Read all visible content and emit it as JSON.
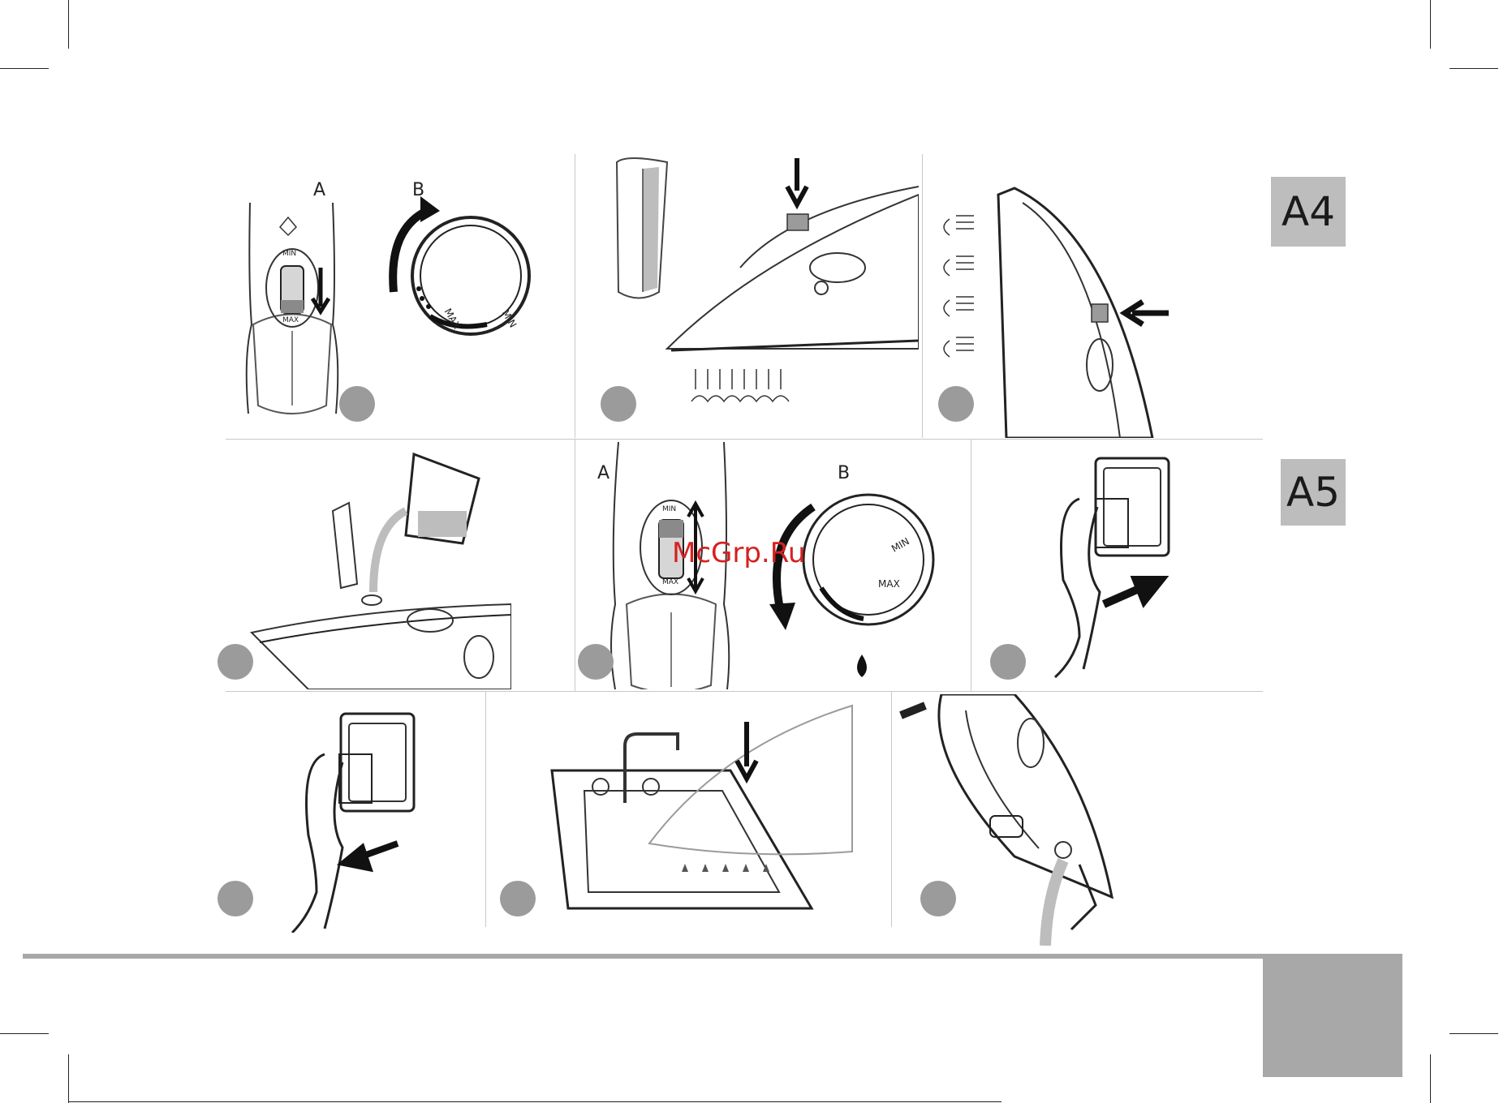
{
  "tabs": {
    "a4": "A4",
    "a5": "A5"
  },
  "labels": {
    "p1_a": "A",
    "p1_b": "B",
    "p5_a": "A",
    "p5_b": "B",
    "dial1_min": "MIN",
    "dial1_max": "MAX",
    "dial2_min": "MIN",
    "dial2_max": "MAX",
    "slider1_min": "MIN",
    "slider1_max": "MAX",
    "slider2_min": "MIN",
    "slider2_max": "MAX"
  },
  "watermark": "McGrp.Ru",
  "colors": {
    "accent_gray": "#bdbdbd",
    "badge_gray": "#9b9b9b",
    "watermark_red": "#d62020"
  }
}
